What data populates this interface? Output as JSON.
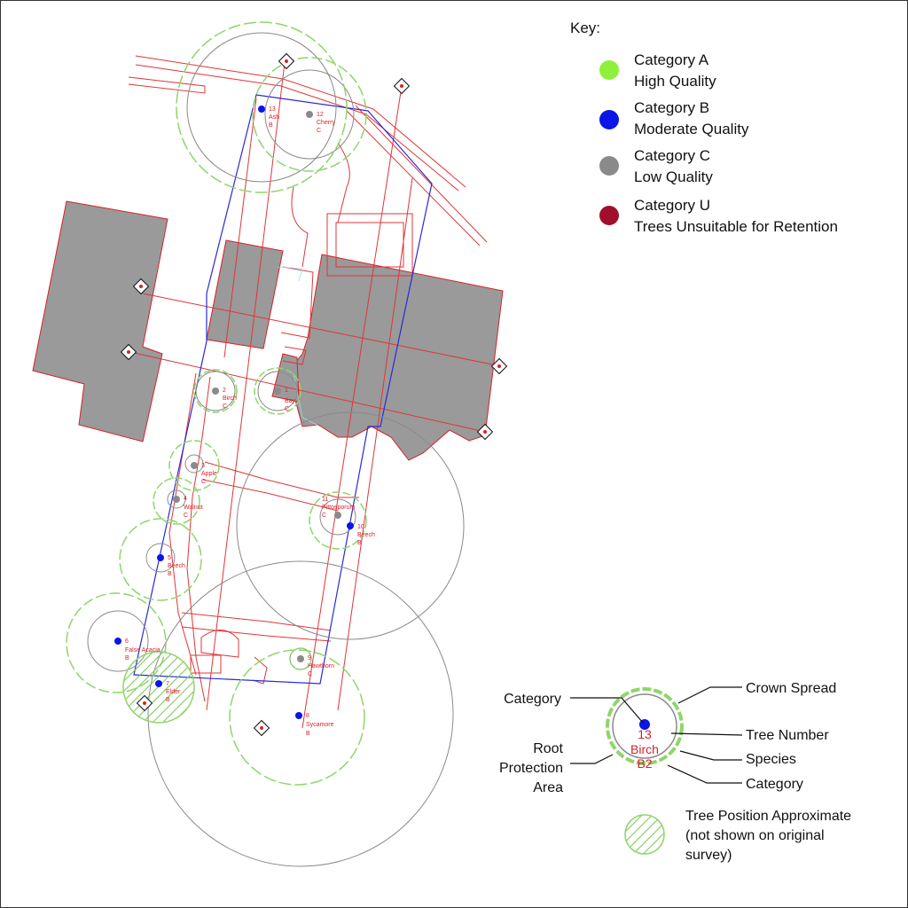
{
  "key": {
    "title": "Key:",
    "items": [
      {
        "line1": "Category A",
        "line2": "High Quality",
        "color": "#8ef03a"
      },
      {
        "line1": "Category B",
        "line2": "Moderate Quality",
        "color": "#0b15e8"
      },
      {
        "line1": "Category C",
        "line2": "Low Quality",
        "color": "#8a8a8a"
      },
      {
        "line1": "Category U",
        "line2": "Trees Unsuitable for Retention",
        "color": "#a0102e"
      }
    ]
  },
  "trees": [
    {
      "num": "2",
      "species": "Birch",
      "cat": "C"
    },
    {
      "num": "1",
      "species": "Bay",
      "cat": "C"
    },
    {
      "num": "3",
      "species": "Apple",
      "cat": "C"
    },
    {
      "num": "4",
      "species": "Walnut",
      "cat": "C"
    },
    {
      "num": "5",
      "species": "Beech",
      "cat": "B"
    },
    {
      "num": "6",
      "species": "False Acacia",
      "cat": "B"
    },
    {
      "num": "7",
      "species": "Elder",
      "cat": "B"
    },
    {
      "num": "8",
      "species": "Sycamore",
      "cat": "B"
    },
    {
      "num": "9",
      "species": "Hawthorn",
      "cat": "C"
    },
    {
      "num": "10",
      "species": "Beech",
      "cat": "B"
    },
    {
      "num": "11",
      "species": "Pittosporum",
      "cat": "C"
    },
    {
      "num": "12",
      "species": "Cherry",
      "cat": "C"
    },
    {
      "num": "13",
      "species": "Ash",
      "cat": "B"
    }
  ],
  "legend_sample": {
    "num": "13",
    "species": "Birch",
    "cat": "B2",
    "labels": {
      "category_top": "Category",
      "crown": "Crown Spread",
      "tree_number": "Tree Number",
      "species": "Species",
      "category_bottom": "Category",
      "rpa_1": "Root",
      "rpa_2": "Protection",
      "rpa_3": "Area"
    }
  },
  "approx": {
    "line1": "Tree Position Approximate",
    "line2": "(not shown on original",
    "line3": "survey)"
  },
  "colors": {
    "line_red": "#e0353a",
    "boundary_blue": "#2a2ad8",
    "building_gray": "#9a9a9a",
    "crown_green": "#8fd56b",
    "rpa_gray": "#8a8a8a"
  }
}
